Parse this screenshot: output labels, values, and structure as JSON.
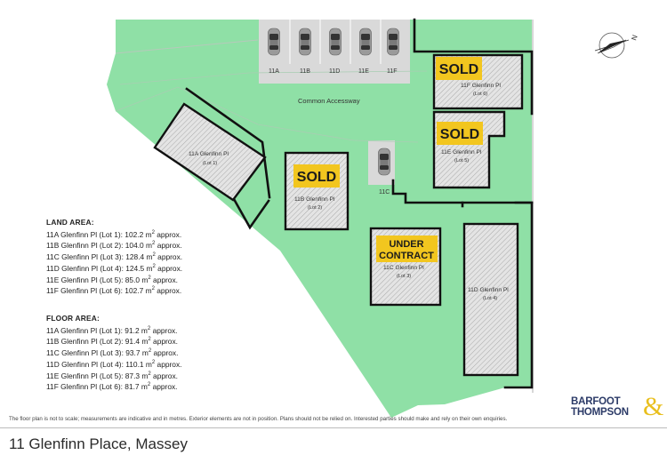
{
  "site": {
    "accessway_label": "Common Accessway",
    "parking_labels": [
      "11A",
      "11B",
      "11D",
      "11E",
      "11F"
    ],
    "single_parking_label": "11C"
  },
  "lots": [
    {
      "id": "11A",
      "name": "11A Glenfinn Pl",
      "lot": "(Lot 1)",
      "status": ""
    },
    {
      "id": "11B",
      "name": "11B Glenfinn Pl",
      "lot": "(Lot 2)",
      "status": "SOLD"
    },
    {
      "id": "11C",
      "name": "11C Glenfinn Pl",
      "lot": "(Lot 3)",
      "status_line1": "UNDER",
      "status_line2": "CONTRACT"
    },
    {
      "id": "11D",
      "name": "11D Glenfinn Pl",
      "lot": "(Lot 4)",
      "status": ""
    },
    {
      "id": "11E",
      "name": "11E Glenfinn Pl",
      "lot": "(Lot 5)",
      "status": "SOLD"
    },
    {
      "id": "11F",
      "name": "11F Glenfinn Pl",
      "lot": "(Lot 6)",
      "status": "SOLD"
    }
  ],
  "land_area": {
    "heading": "LAND AREA:",
    "lines": [
      {
        "text": "11A Glenfinn Pl (Lot 1): 102.2 m",
        "suffix": " approx."
      },
      {
        "text": "11B Glenfinn Pl (Lot 2): 104.0 m",
        "suffix": " approx."
      },
      {
        "text": "11C Glenfinn Pl (Lot 3): 128.4 m",
        "suffix": " approx."
      },
      {
        "text": "11D Glenfinn Pl (Lot 4): 124.5 m",
        "suffix": " approx."
      },
      {
        "text": "11E Glenfinn Pl (Lot 5): 85.0 m",
        "suffix": " approx."
      },
      {
        "text": "11F Glenfinn Pl (Lot 6): 102.7 m",
        "suffix": " approx."
      }
    ]
  },
  "floor_area": {
    "heading": "FLOOR AREA:",
    "lines": [
      {
        "text": "11A Glenfinn Pl (Lot 1): 91.2 m",
        "suffix": " approx."
      },
      {
        "text": "11B Glenfinn Pl (Lot 2): 91.4 m",
        "suffix": " approx."
      },
      {
        "text": "11C Glenfinn Pl (Lot 3): 93.7 m",
        "suffix": " approx."
      },
      {
        "text": "11D Glenfinn Pl (Lot 4): 110.1 m",
        "suffix": " approx."
      },
      {
        "text": "11E Glenfinn Pl (Lot 5): 87.3 m",
        "suffix": " approx."
      },
      {
        "text": "11F Glenfinn Pl (Lot 6): 81.7 m",
        "suffix": " approx."
      }
    ]
  },
  "unit_superscript": "2",
  "compass_label": "N",
  "disclaimer": "The floor plan is not to scale; measurements are indicative and in metres. Exterior elements are not in position. Plans should not be relied on. Interested parties should make and rely on their own enquiries.",
  "address": "11 Glenfinn Place, Massey",
  "logo": {
    "line1": "BARFOOT",
    "line2": "THOMPSON",
    "ampersand": "&"
  },
  "colors": {
    "land": "#8fe0a6",
    "sold_badge": "#f2c61f",
    "walls": "#111111",
    "paving": "#dcdcdc"
  }
}
